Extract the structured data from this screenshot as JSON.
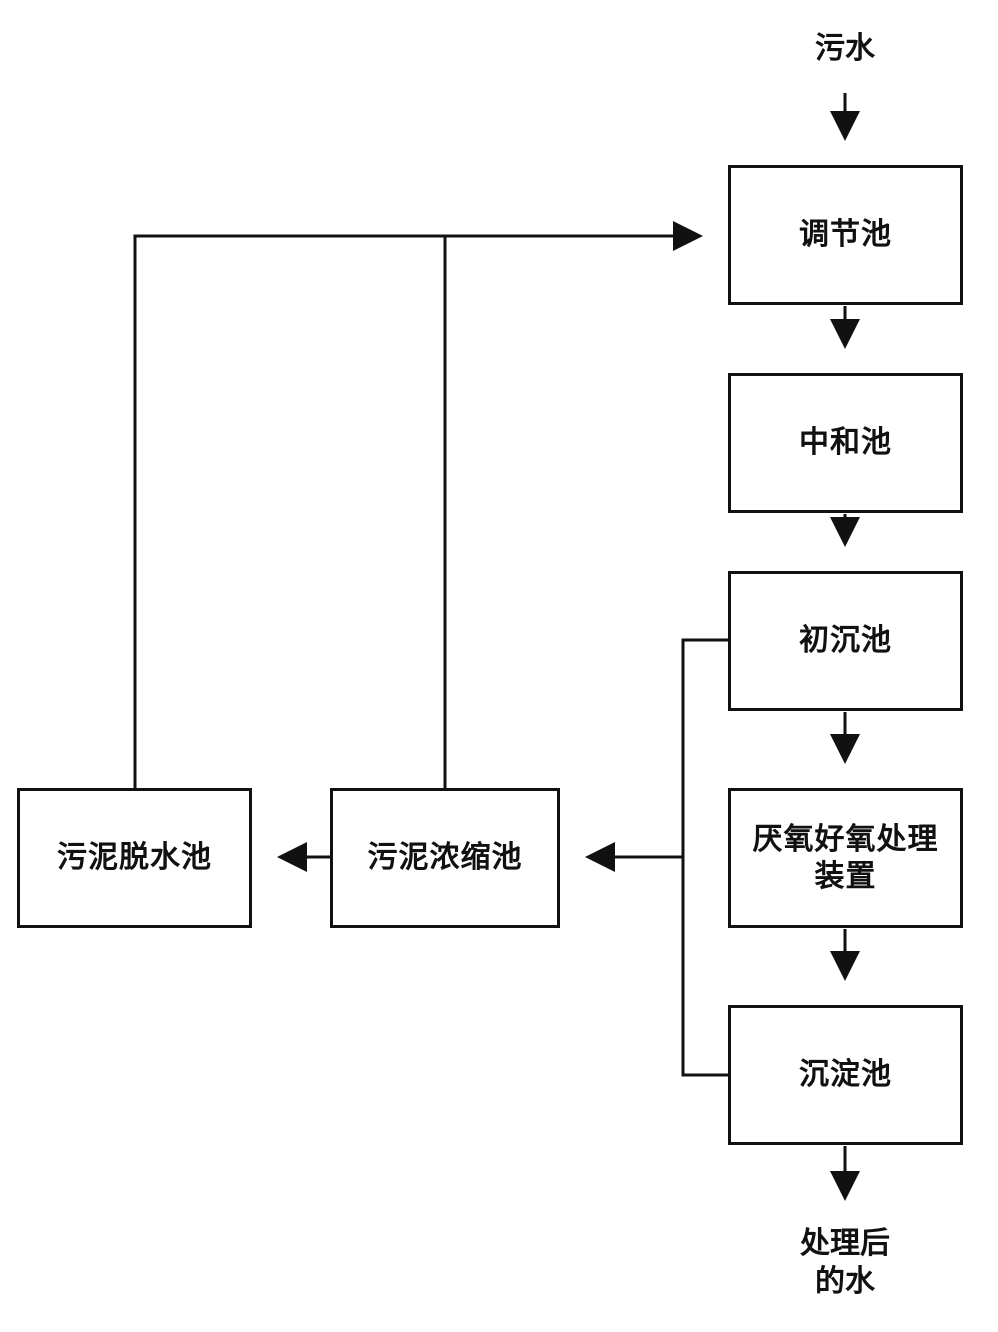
{
  "diagram": {
    "type": "process-flowchart",
    "input_label": "污水",
    "output_label": "处理后\n的水",
    "nodes": [
      {
        "id": "tiaojie",
        "label": "调节池"
      },
      {
        "id": "zhonghe",
        "label": "中和池"
      },
      {
        "id": "chuchen",
        "label": "初沉池"
      },
      {
        "id": "yanyang",
        "label": "厌氧好氧处理\n装置"
      },
      {
        "id": "chendian",
        "label": "沉淀池"
      },
      {
        "id": "nongsuo",
        "label": "污泥浓缩池"
      },
      {
        "id": "tuoshui",
        "label": "污泥脱水池"
      }
    ],
    "edges": [
      {
        "from": "input",
        "to": "tiaojie"
      },
      {
        "from": "tiaojie",
        "to": "zhonghe"
      },
      {
        "from": "zhonghe",
        "to": "chuchen"
      },
      {
        "from": "chuchen",
        "to": "yanyang"
      },
      {
        "from": "yanyang",
        "to": "chendian"
      },
      {
        "from": "chendian",
        "to": "output"
      },
      {
        "from": "chuchen",
        "to": "nongsuo"
      },
      {
        "from": "chendian",
        "to": "nongsuo"
      },
      {
        "from": "nongsuo",
        "to": "tuoshui"
      },
      {
        "from": "nongsuo",
        "to": "tiaojie"
      },
      {
        "from": "tuoshui",
        "to": "tiaojie"
      }
    ],
    "colors": {
      "line": "#111111",
      "box_border": "#111111",
      "background": "#ffffff"
    }
  }
}
